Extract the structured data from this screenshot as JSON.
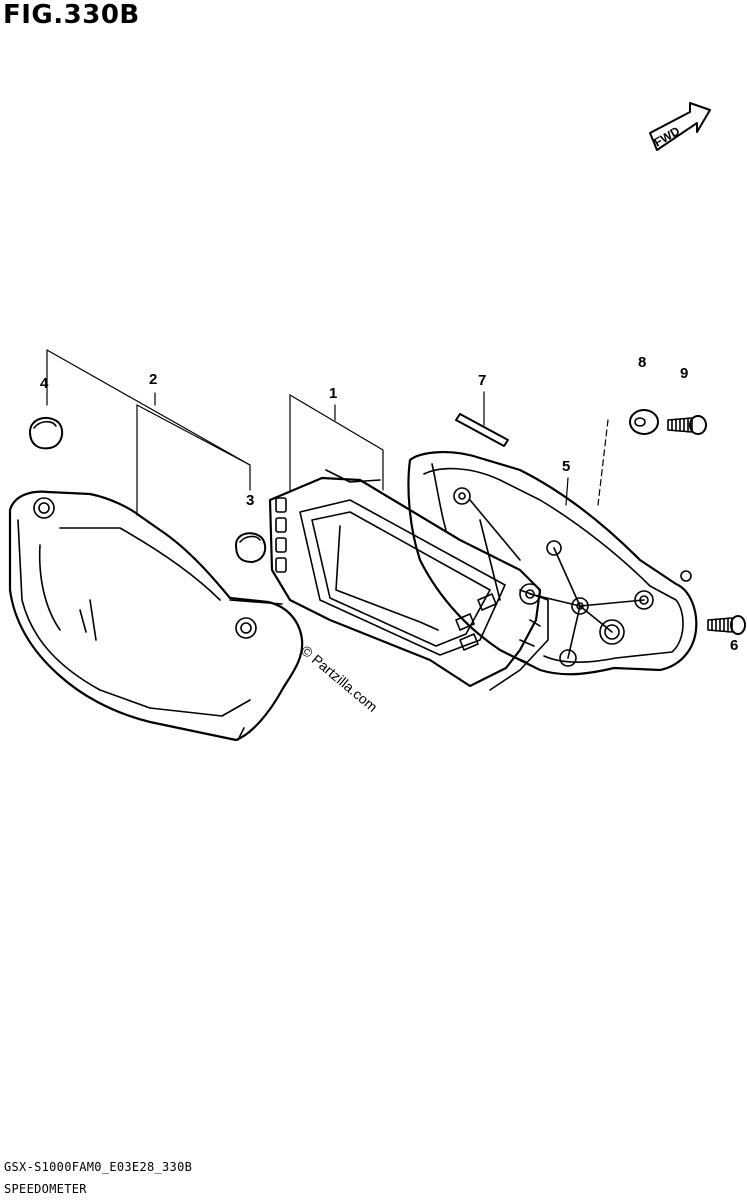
{
  "figure_title": "FIG.330B",
  "fwd_label": "FWD",
  "watermark": "© Partzilla.com",
  "footer": {
    "code": "GSX-S1000FAM0_E03E28_330B",
    "name": "SPEEDOMETER"
  },
  "callouts": [
    {
      "id": "1",
      "label": "1"
    },
    {
      "id": "2",
      "label": "2"
    },
    {
      "id": "3",
      "label": "3"
    },
    {
      "id": "4",
      "label": "4"
    },
    {
      "id": "5",
      "label": "5"
    },
    {
      "id": "6",
      "label": "6"
    },
    {
      "id": "7",
      "label": "7"
    },
    {
      "id": "8",
      "label": "8"
    },
    {
      "id": "9",
      "label": "9"
    }
  ]
}
